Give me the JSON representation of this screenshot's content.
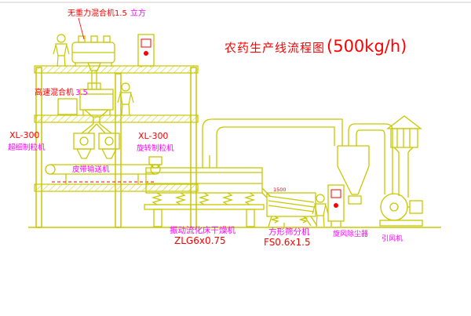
{
  "diagram": {
    "title_cn": "农药生产线流程图",
    "title_capacity": "(500kg/h)"
  },
  "labels": {
    "gravity_mixer_red": "无重力混合机1.5",
    "gravity_mixer_magenta": "立方",
    "high_speed_mixer_red": "高速混合机",
    "high_speed_mixer_magenta": "3.5",
    "granulator_left_model": "XL-300",
    "granulator_left_name": "超细制粒机",
    "granulator_right_model": "XL-300",
    "granulator_right_name": "旋转制粒机",
    "belt_conveyor": "皮带输送机",
    "dryer_name": "振动流化床干燥机",
    "dryer_model": "ZLG6x0.75",
    "sieve_name": "方形筛分机",
    "sieve_model": "FS0.6x1.5",
    "sieve_dim": "1500",
    "cyclone": "旋风除尘器",
    "fan": "引风机"
  },
  "colors": {
    "line": "#c8c800",
    "red": "#ff0000",
    "magenta": "#ff00ff",
    "background": "#ffffff"
  }
}
